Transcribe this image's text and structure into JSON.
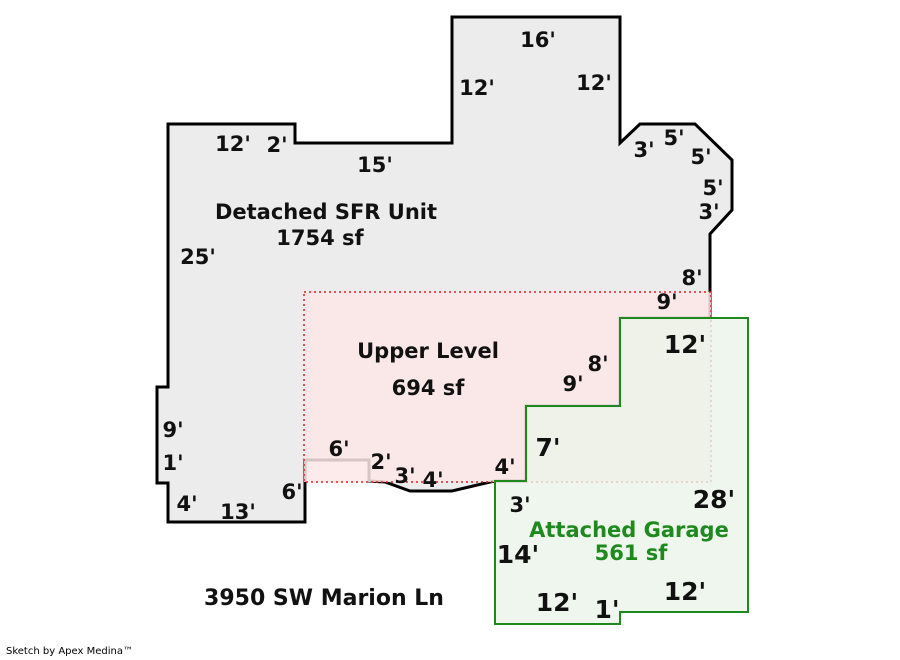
{
  "areas": {
    "main": {
      "name": "Detached SFR Unit",
      "area": "1754 sf"
    },
    "upper": {
      "name": "Upper Level",
      "area": "694 sf"
    },
    "garage": {
      "name": "Attached Garage",
      "area": "561 sf"
    }
  },
  "address": "3950 SW Marion Ln",
  "credit": "Sketch by Apex Medina™",
  "dims_main": [
    "16'",
    "12'",
    "12'",
    "12'",
    "2'",
    "15'",
    "3'",
    "5'",
    "5'",
    "5'",
    "3'",
    "25'",
    "8'",
    "9'",
    "9'",
    "1'",
    "4'",
    "13'",
    "6'",
    "6'",
    "2'",
    "3'",
    "4'",
    "4'"
  ],
  "dims_garage": [
    "12'",
    "8'",
    "9'",
    "7'",
    "3'",
    "28'",
    "14'",
    "12'",
    "1'",
    "12'"
  ],
  "colors": {
    "main_fill": "#ececec",
    "main_stroke": "#000000",
    "upper_fill": "#fde8e8",
    "upper_stroke": "#e02020",
    "garage_fill": "#eaf4e8",
    "garage_stroke": "#1e8a1e",
    "garage_text": "#1e8a1e"
  }
}
